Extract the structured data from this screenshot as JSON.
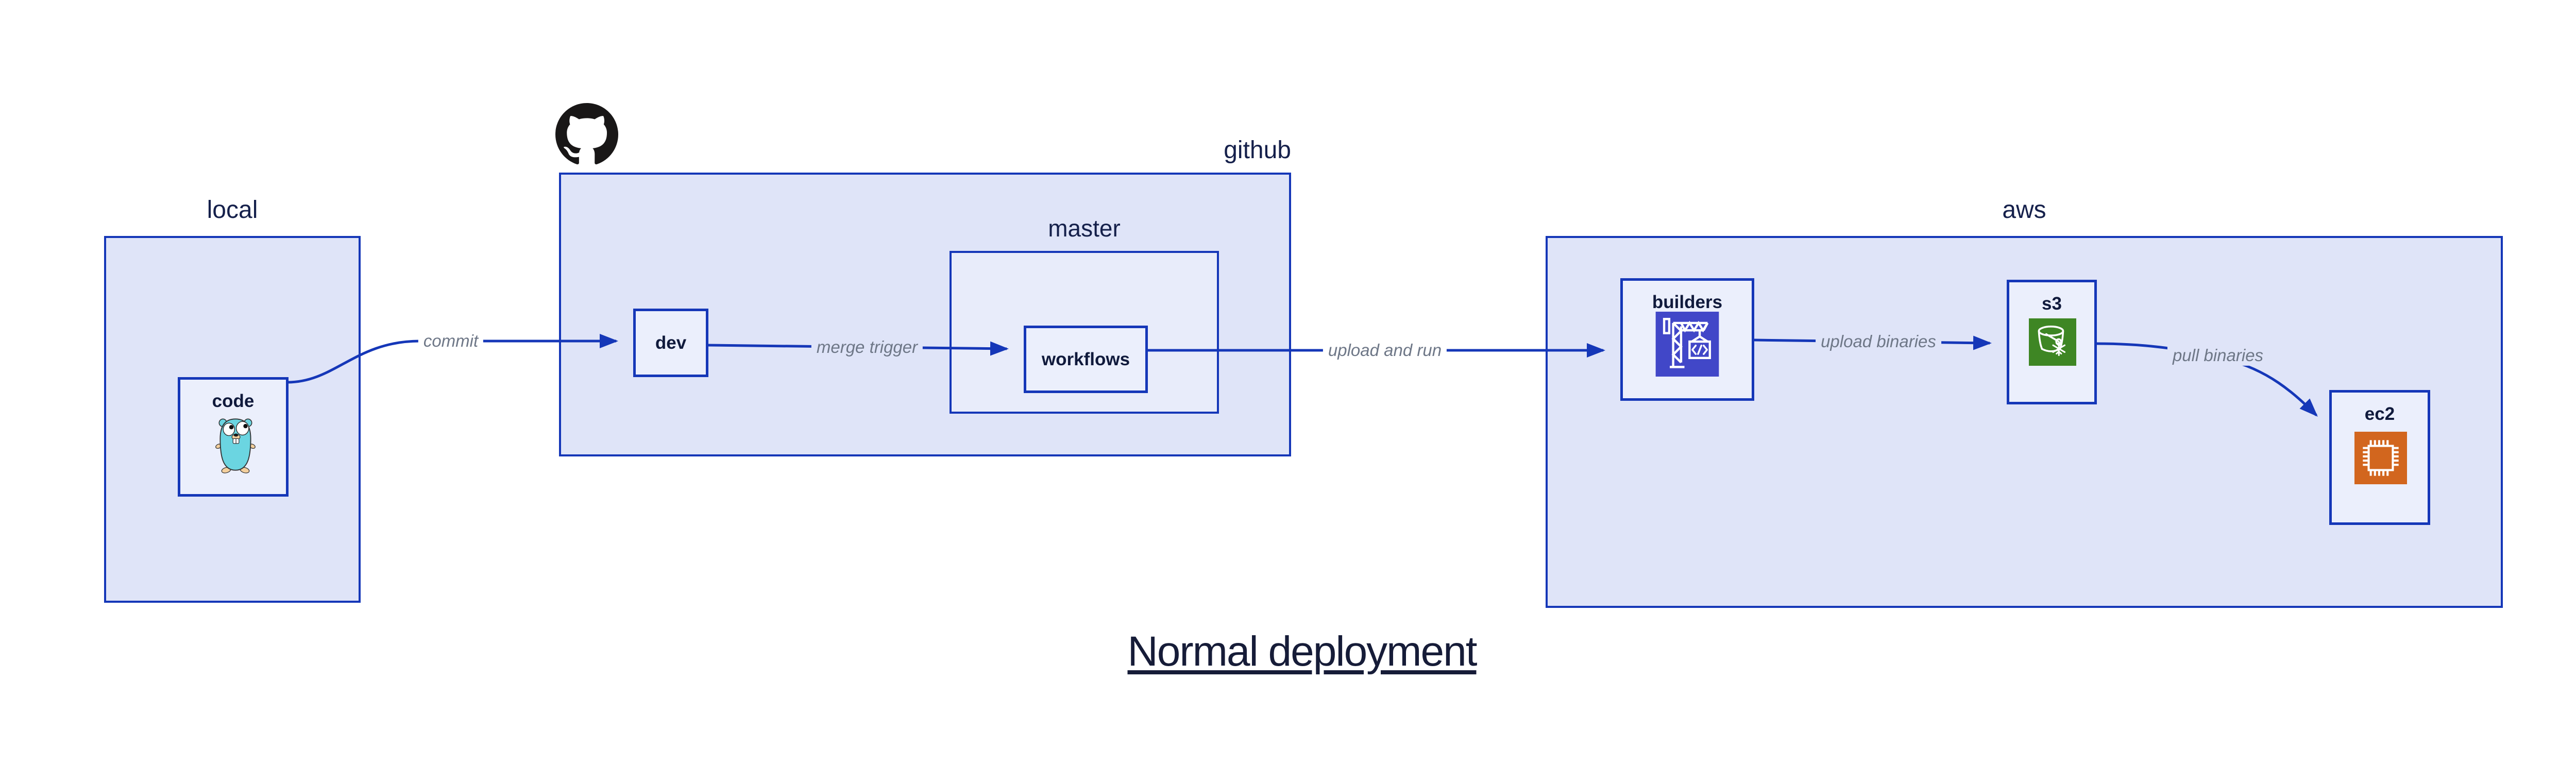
{
  "title": "Normal deployment",
  "containers": {
    "local": {
      "label": "local"
    },
    "github": {
      "label": "github"
    },
    "master": {
      "label": "master"
    },
    "aws": {
      "label": "aws"
    }
  },
  "nodes": {
    "code": {
      "label": "code",
      "icon": "go-gopher-icon"
    },
    "dev": {
      "label": "dev"
    },
    "workflows": {
      "label": "workflows"
    },
    "builders": {
      "label": "builders",
      "icon": "aws-codebuild-icon"
    },
    "s3": {
      "label": "s3",
      "icon": "aws-s3-icon"
    },
    "ec2": {
      "label": "ec2",
      "icon": "aws-ec2-icon"
    }
  },
  "edges": [
    {
      "from": "code",
      "to": "dev",
      "label": "commit"
    },
    {
      "from": "dev",
      "to": "workflows",
      "label": "merge trigger"
    },
    {
      "from": "workflows",
      "to": "builders",
      "label": "upload and run"
    },
    {
      "from": "builders",
      "to": "s3",
      "label": "upload binaries"
    },
    {
      "from": "s3",
      "to": "ec2",
      "label": "pull binaries"
    }
  ],
  "colors": {
    "border_and_arrows": "#1537b8",
    "container_fill": "#dfe4f8",
    "master_fill": "#e8ecfa",
    "node_fill": "#ebeffc",
    "container_label": "#15204b",
    "node_label": "#101a3c",
    "edge_label": "#6e7787",
    "title_text": "#161c38",
    "github_logo": "#191717",
    "gopher_teal": "#6bd5e1",
    "codebuild_purple": "#4147c8",
    "s3_green": "#3e8624",
    "ec2_orange": "#d2661e"
  }
}
